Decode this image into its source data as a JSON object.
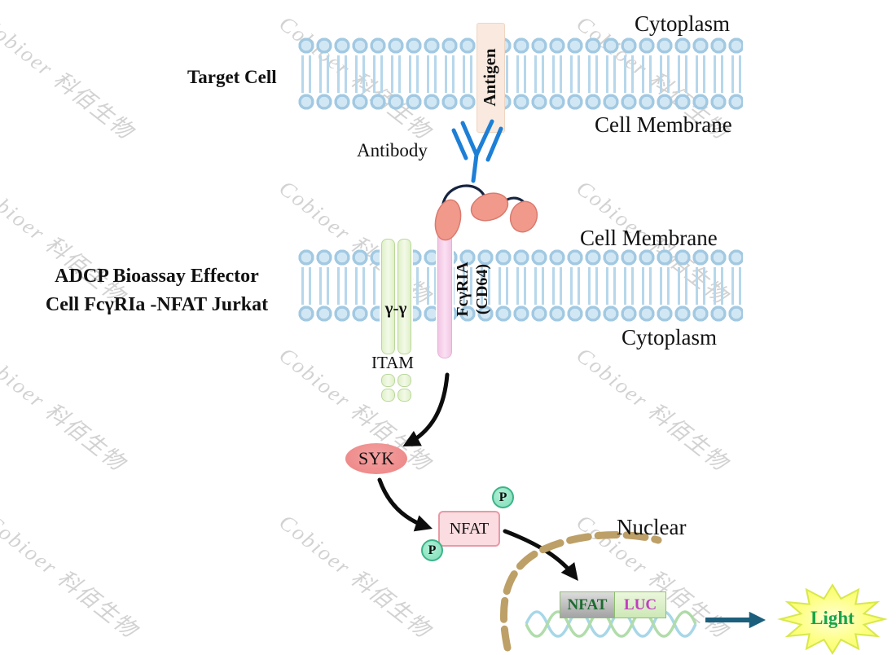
{
  "labels": {
    "cytoplasm_top": "Cytoplasm",
    "target_cell": "Target Cell",
    "antigen": "Antigen",
    "cell_membrane_top": "Cell Membrane",
    "antibody": "Antibody",
    "cell_membrane_mid": "Cell Membrane",
    "effector_line1": "ADCP Bioassay Effector",
    "effector_line2": "Cell FcγRIa -NFAT Jurkat",
    "receptor_line1": "FcγRIA",
    "receptor_line2": "(CD64)",
    "gamma_chains": "γ-γ",
    "cytoplasm_mid": "Cytoplasm",
    "itam": "ITAM",
    "syk": "SYK",
    "nfat": "NFAT",
    "phospho": "P",
    "nuclear": "Nuclear",
    "nfat_gene": "NFAT",
    "luc_gene": "LUC",
    "light": "Light"
  },
  "watermark": {
    "text": "Cobioer 科佰生物"
  },
  "colors": {
    "membrane_blue": "#d2e7f4",
    "antigen_fill": "#f9e9de",
    "antibody_blue": "#1d7fd6",
    "receptor_salmon": "#f19a8c",
    "stem_pink": "#f2c6e4",
    "gamma_green": "#dff0c8",
    "syk_pink": "#ec8383",
    "nfat_fill": "#fbdce0",
    "phospho_green": "#82ddb9",
    "nucleus_tan": "#bda067",
    "nfat_gene_text": "#1c6b30",
    "luc_text": "#c03ec0",
    "light_text": "#19a448",
    "star_yellow": "#fbff6e",
    "arrow_black": "#0d0d0d",
    "arrow_teal": "#1b5f7d"
  }
}
